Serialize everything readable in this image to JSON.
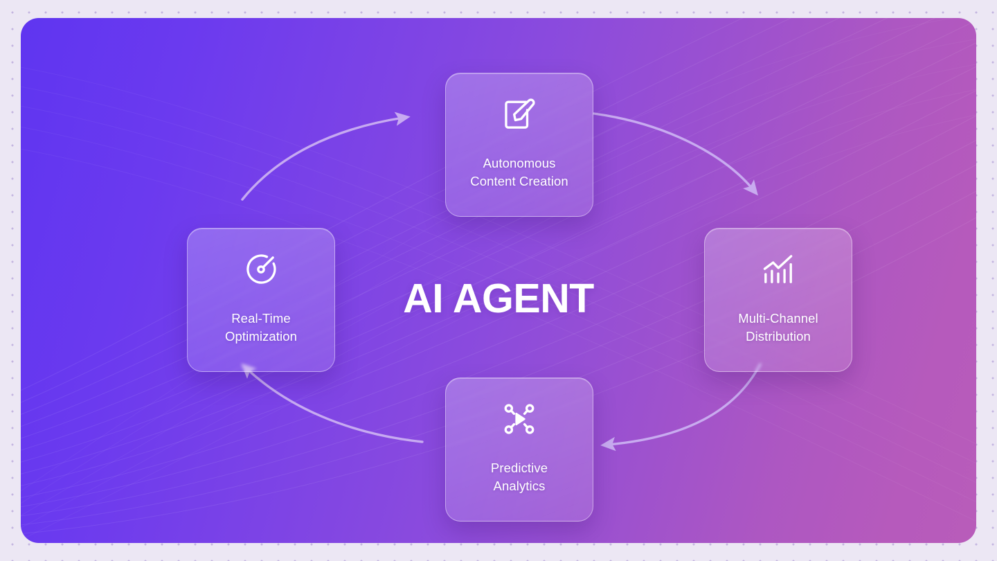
{
  "center": {
    "title": "AI AGENT"
  },
  "theme": {
    "page_background": "#ece7f4",
    "dot_color": "#c4b6e0",
    "gradient_start": "#5f35f0",
    "gradient_end": "#b85cba",
    "card_text_color": "#ffffff",
    "arrow_color": "#c9aff0"
  },
  "cards": [
    {
      "id": "autonomous-content-creation",
      "position": "top",
      "icon": "pencil-square-icon",
      "label_line1": "Autonomous",
      "label_line2": "Content Creation"
    },
    {
      "id": "multi-channel-distribution",
      "position": "right",
      "icon": "bar-chart-trend-icon",
      "label_line1": "Multi-Channel",
      "label_line2": "Distribution"
    },
    {
      "id": "predictive-analytics",
      "position": "bottom",
      "icon": "network-nodes-play-icon",
      "label_line1": "Predictive",
      "label_line2": "Analytics"
    },
    {
      "id": "real-time-optimization",
      "position": "left",
      "icon": "gauge-speedometer-icon",
      "label_line1": "Real-Time",
      "label_line2": "Optimization"
    }
  ],
  "arrows": [
    {
      "id": "left-to-top",
      "from": "real-time-optimization",
      "to": "autonomous-content-creation"
    },
    {
      "id": "top-to-right",
      "from": "autonomous-content-creation",
      "to": "multi-channel-distribution"
    },
    {
      "id": "right-to-bottom",
      "from": "multi-channel-distribution",
      "to": "predictive-analytics"
    },
    {
      "id": "bottom-to-left",
      "from": "predictive-analytics",
      "to": "real-time-optimization"
    }
  ]
}
